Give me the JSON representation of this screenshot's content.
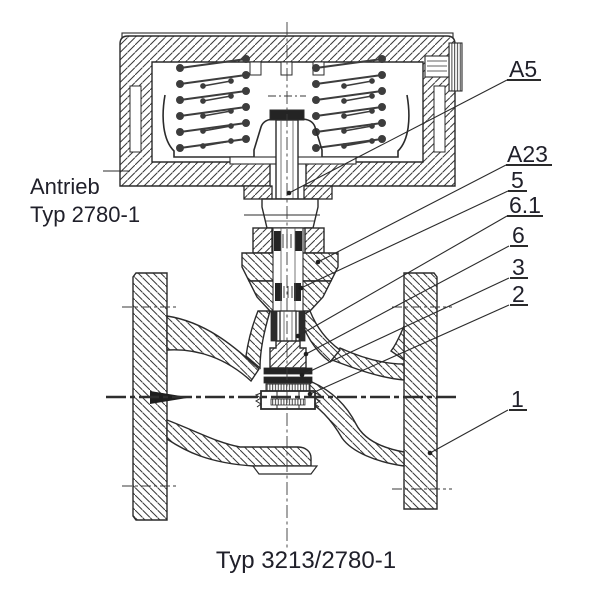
{
  "texts": {
    "actuator_line1": "Antrieb",
    "actuator_line2": "Typ 2780-1",
    "caption": "Typ 3213/2780-1"
  },
  "part_labels": [
    {
      "text": "A5"
    },
    {
      "text": "A23"
    },
    {
      "text": "5"
    },
    {
      "text": "6.1"
    },
    {
      "text": "6"
    },
    {
      "text": "3"
    },
    {
      "text": "2"
    },
    {
      "text": "1"
    }
  ],
  "colors": {
    "ink": "#20202a",
    "line": "#2b2b2b",
    "dark_fill": "#242424",
    "background": "#ffffff"
  },
  "icons": [
    {
      "name": "flow-direction-arrow",
      "glyph": "black right-pointing triangle"
    }
  ]
}
